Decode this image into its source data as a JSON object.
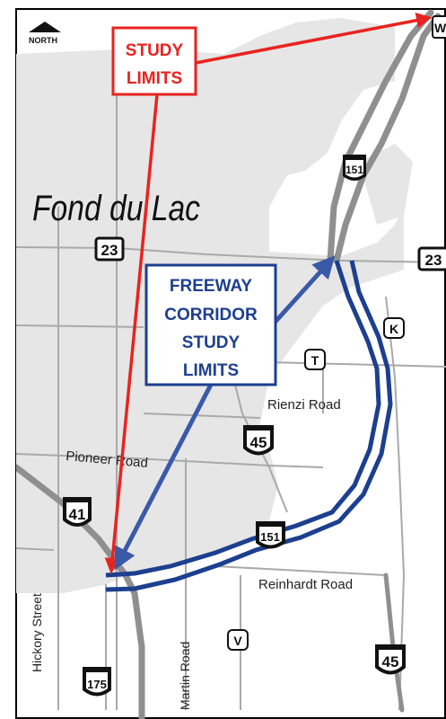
{
  "north_label": "NORTH",
  "city_label": "Fond du Lac",
  "callouts": {
    "study_limits": [
      "STUDY",
      "LIMITS"
    ],
    "freeway_corridor": [
      "FREEWAY",
      "CORRIDOR",
      "STUDY",
      "LIMITS"
    ]
  },
  "roads": {
    "rienzi": "Rienzi Road",
    "pioneer": "Pioneer Road",
    "reinhardt": "Reinhardt Road",
    "hickory": "Hickory Street",
    "martin": "Martin Road"
  },
  "shields": {
    "us151_north": "151",
    "us151_south": "151",
    "hwy23_west": "23",
    "hwy23_east": "23",
    "us41": "41",
    "us45_mid": "45",
    "us45_south": "45",
    "hwy175": "175",
    "county_k": "K",
    "county_t": "T",
    "county_v": "V",
    "corner_w": "W"
  },
  "colors": {
    "study_red": "#e8231f",
    "corridor_blue": "#1d3f8f",
    "arrow_blue": "#3a5aa8",
    "urban_gray": "#e6e6e6",
    "highway_gray": "#8f8f8f",
    "road_gray": "#a9a9a9"
  }
}
